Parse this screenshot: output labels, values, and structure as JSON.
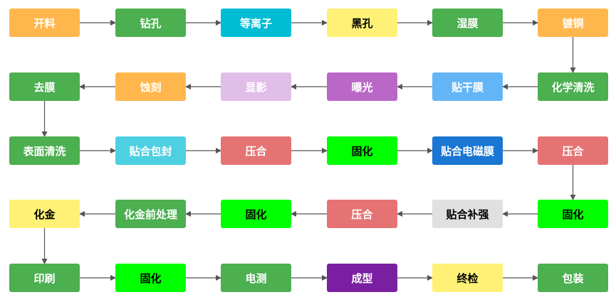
{
  "diagram": {
    "colors": {
      "green": "#4CAF50",
      "orange": "#FFB74D",
      "cyan": "#00BCD4",
      "yellow": "#FFF176",
      "lavender": "#E1BEE7",
      "purple": "#BA68C8",
      "light_blue": "#64B5F6",
      "sky": "#4DD0E1",
      "salmon": "#E57373",
      "lime": "#00FF00",
      "blue": "#1976D2",
      "gray": "#E0E0E0",
      "violet": "#7B1FA2",
      "arrow": "#555555"
    },
    "nodes": [
      {
        "id": "kailiao",
        "label": "开料",
        "color": "orange",
        "text": "#ffffff"
      },
      {
        "id": "zuankong",
        "label": "钻孔",
        "color": "green",
        "text": "#ffffff"
      },
      {
        "id": "dengliziti",
        "label": "等离子",
        "color": "cyan",
        "text": "#ffffff"
      },
      {
        "id": "heikong",
        "label": "黑孔",
        "color": "yellow",
        "text": "#000000"
      },
      {
        "id": "shimo",
        "label": "湿膜",
        "color": "green",
        "text": "#ffffff"
      },
      {
        "id": "dutong",
        "label": "镀铜",
        "color": "orange",
        "text": "#ffffff"
      },
      {
        "id": "quxmo",
        "label": "去膜",
        "color": "green",
        "text": "#ffffff"
      },
      {
        "id": "shike",
        "label": "蚀刻",
        "color": "orange",
        "text": "#ffffff"
      },
      {
        "id": "xianying",
        "label": "显影",
        "color": "lavender",
        "text": "#ffffff"
      },
      {
        "id": "baoguang",
        "label": "曝光",
        "color": "purple",
        "text": "#ffffff"
      },
      {
        "id": "tiegan",
        "label": "贴干膜",
        "color": "light_blue",
        "text": "#ffffff"
      },
      {
        "id": "huaxueqingxi",
        "label": "化学清洗",
        "color": "green",
        "text": "#ffffff"
      },
      {
        "id": "biaomian",
        "label": "表面清洗",
        "color": "green",
        "text": "#ffffff"
      },
      {
        "id": "tiehebaofeng",
        "label": "贴合包封",
        "color": "sky",
        "text": "#ffffff"
      },
      {
        "id": "yahe1",
        "label": "压合",
        "color": "salmon",
        "text": "#ffffff"
      },
      {
        "id": "guhua1",
        "label": "固化",
        "color": "lime",
        "text": "#000000"
      },
      {
        "id": "dianci",
        "label": "贴合电磁膜",
        "color": "blue",
        "text": "#ffffff"
      },
      {
        "id": "yahe2",
        "label": "压合",
        "color": "salmon",
        "text": "#ffffff"
      },
      {
        "id": "huajin",
        "label": "化金",
        "color": "yellow",
        "text": "#000000"
      },
      {
        "id": "huajinqian",
        "label": "化金前处理",
        "color": "green",
        "text": "#ffffff"
      },
      {
        "id": "guhua2",
        "label": "固化",
        "color": "lime",
        "text": "#000000"
      },
      {
        "id": "yahe3",
        "label": "压合",
        "color": "salmon",
        "text": "#ffffff"
      },
      {
        "id": "buqiang",
        "label": "贴合补强",
        "color": "gray",
        "text": "#000000"
      },
      {
        "id": "guhua3",
        "label": "固化",
        "color": "lime",
        "text": "#000000"
      },
      {
        "id": "yinshua",
        "label": "印刷",
        "color": "green",
        "text": "#ffffff"
      },
      {
        "id": "guhua4",
        "label": "固化",
        "color": "lime",
        "text": "#000000"
      },
      {
        "id": "dice",
        "label": "电测",
        "color": "green",
        "text": "#ffffff"
      },
      {
        "id": "chengxing",
        "label": "成型",
        "color": "violet",
        "text": "#ffffff"
      },
      {
        "id": "zhongjian",
        "label": "终检",
        "color": "yellow",
        "text": "#000000"
      },
      {
        "id": "baozhuang",
        "label": "包装",
        "color": "green",
        "text": "#ffffff"
      }
    ],
    "flow": [
      [
        "kailiao",
        "zuankong"
      ],
      [
        "zuankong",
        "dengliziti"
      ],
      [
        "dengliziti",
        "heikong"
      ],
      [
        "heikong",
        "shimo"
      ],
      [
        "shimo",
        "dutong"
      ],
      [
        "dutong",
        "huaxueqingxi"
      ],
      [
        "huaxueqingxi",
        "tiegan"
      ],
      [
        "tiegan",
        "baoguang"
      ],
      [
        "baoguang",
        "xianying"
      ],
      [
        "xianying",
        "shike"
      ],
      [
        "shike",
        "quxmo"
      ],
      [
        "quxmo",
        "biaomian"
      ],
      [
        "biaomian",
        "tiehebaofeng"
      ],
      [
        "tiehebaofeng",
        "yahe1"
      ],
      [
        "yahe1",
        "guhua1"
      ],
      [
        "guhua1",
        "dianci"
      ],
      [
        "dianci",
        "yahe2"
      ],
      [
        "yahe2",
        "guhua3"
      ],
      [
        "guhua3",
        "buqiang"
      ],
      [
        "buqiang",
        "yahe3"
      ],
      [
        "yahe3",
        "guhua2"
      ],
      [
        "guhua2",
        "huajinqian"
      ],
      [
        "huajinqian",
        "huajin"
      ],
      [
        "huajin",
        "yinshua"
      ],
      [
        "yinshua",
        "guhua4"
      ],
      [
        "guhua4",
        "dice"
      ],
      [
        "dice",
        "chengxing"
      ],
      [
        "chengxing",
        "zhongjian"
      ],
      [
        "zhongjian",
        "baozhuang"
      ]
    ]
  }
}
